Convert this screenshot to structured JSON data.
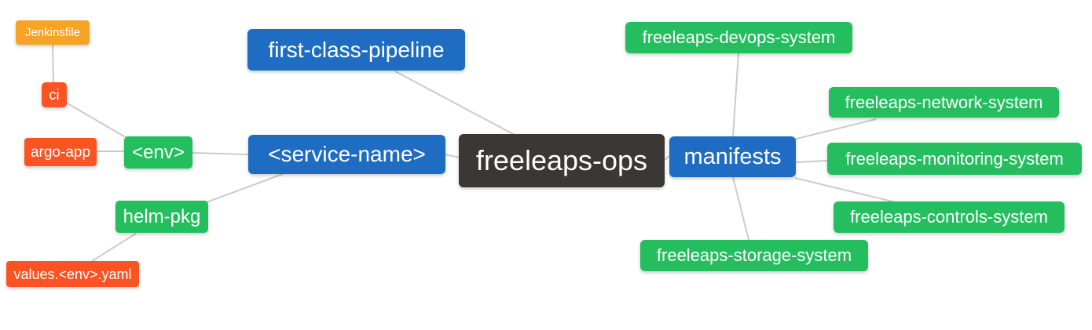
{
  "diagram": {
    "type": "mindmap",
    "root_label": "freeleaps-ops"
  },
  "colors": {
    "blue": "#1f6dc2",
    "green": "#24be5f",
    "red": "#fb5322",
    "orange": "#f9a326",
    "dark": "#3b3735",
    "line": "#cbcbcb"
  },
  "nodes": [
    {
      "id": "jenkinsfile",
      "label": "Jenkinsfile",
      "color": "orange"
    },
    {
      "id": "ci",
      "label": "ci",
      "color": "red"
    },
    {
      "id": "argo-app",
      "label": "argo-app",
      "color": "red"
    },
    {
      "id": "env",
      "label": "<env>",
      "color": "green"
    },
    {
      "id": "helm-pkg",
      "label": "helm-pkg",
      "color": "green"
    },
    {
      "id": "values-env-yaml",
      "label": "values.<env>.yaml",
      "color": "red"
    },
    {
      "id": "first-class-pipeline",
      "label": "first-class-pipeline",
      "color": "blue"
    },
    {
      "id": "service-name",
      "label": "<service-name>",
      "color": "blue"
    },
    {
      "id": "freeleaps-ops",
      "label": "freeleaps-ops",
      "color": "dark"
    },
    {
      "id": "manifests",
      "label": "manifests",
      "color": "blue"
    },
    {
      "id": "freeleaps-devops-system",
      "label": "freeleaps-devops-system",
      "color": "green"
    },
    {
      "id": "freeleaps-network-system",
      "label": "freeleaps-network-system",
      "color": "green"
    },
    {
      "id": "freeleaps-monitoring-system",
      "label": "freeleaps-monitoring-system",
      "color": "green"
    },
    {
      "id": "freeleaps-controls-system",
      "label": "freeleaps-controls-system",
      "color": "green"
    },
    {
      "id": "freeleaps-storage-system",
      "label": "freeleaps-storage-system",
      "color": "green"
    }
  ],
  "edges": [
    {
      "from": "jenkinsfile",
      "to": "ci"
    },
    {
      "from": "ci",
      "to": "env"
    },
    {
      "from": "argo-app",
      "to": "env"
    },
    {
      "from": "env",
      "to": "service-name"
    },
    {
      "from": "helm-pkg",
      "to": "service-name"
    },
    {
      "from": "values-env-yaml",
      "to": "helm-pkg"
    },
    {
      "from": "first-class-pipeline",
      "to": "freeleaps-ops"
    },
    {
      "from": "service-name",
      "to": "freeleaps-ops"
    },
    {
      "from": "freeleaps-ops",
      "to": "manifests"
    },
    {
      "from": "manifests",
      "to": "freeleaps-devops-system"
    },
    {
      "from": "manifests",
      "to": "freeleaps-network-system"
    },
    {
      "from": "manifests",
      "to": "freeleaps-monitoring-system"
    },
    {
      "from": "manifests",
      "to": "freeleaps-controls-system"
    },
    {
      "from": "manifests",
      "to": "freeleaps-storage-system"
    }
  ]
}
